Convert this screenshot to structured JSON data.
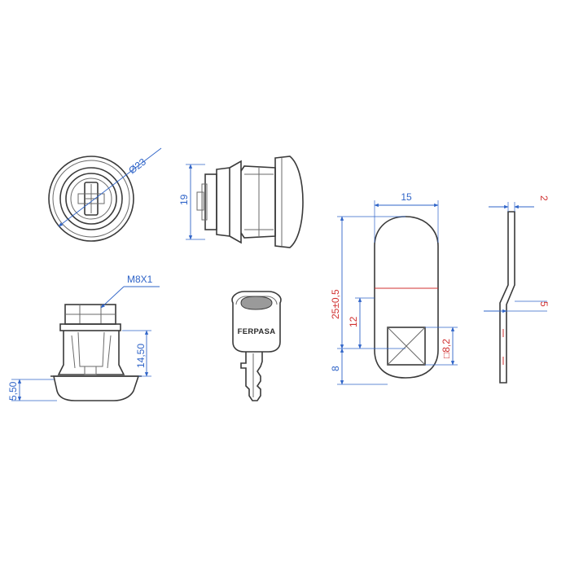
{
  "dimensions": {
    "diameter": "Ø23",
    "height": "19",
    "thread": "M8X1",
    "body_height": "14,50",
    "flange": "5,50",
    "cam_width": "15",
    "cam_length": "25±0,5",
    "hole_pos": "12",
    "square_offset": "8",
    "square_size": "□8,2",
    "thickness": "2",
    "step": "5"
  },
  "key": {
    "brand": "FERPASA"
  },
  "colors": {
    "dimension": "#2f64c8",
    "tolerance": "#d03030",
    "outline": "#3a3a3a"
  }
}
